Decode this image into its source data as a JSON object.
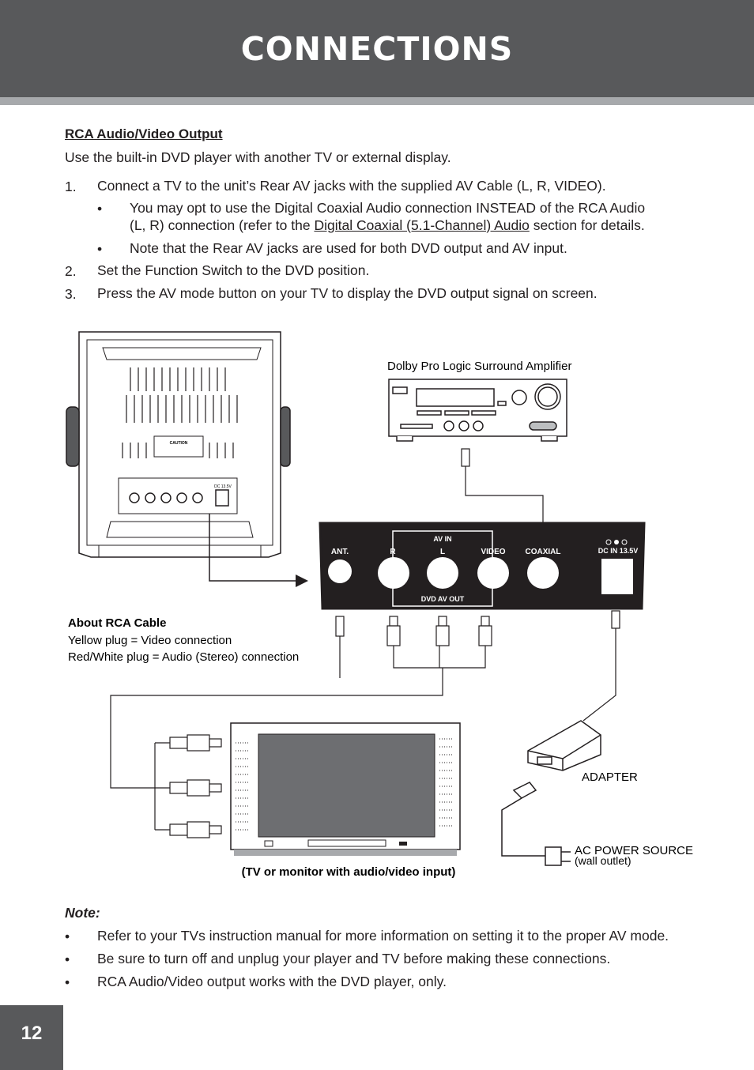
{
  "header": {
    "title": "CONNECTIONS"
  },
  "section": {
    "heading": "RCA Audio/Video Output",
    "intro": "Use the built-in DVD player with another TV or external display.",
    "steps": [
      {
        "num": "1.",
        "text": "Connect a TV to the unit’s Rear AV jacks with the supplied AV Cable (L, R, VIDEO)."
      },
      {
        "num": "2.",
        "text": "Set the Function Switch to the DVD position."
      },
      {
        "num": "3.",
        "text": "Press the AV mode button on your TV to display the DVD output signal on screen."
      }
    ],
    "sub_bullets": [
      {
        "line1": "You may opt to use the Digital Coaxial Audio connection INSTEAD of the RCA Audio",
        "line2_pre": "(L, R) connection (refer to the ",
        "line2_link": "Digital Coaxial (5.1-Channel) Audio",
        "line2_post": " section for details."
      },
      {
        "text": "Note that the Rear AV jacks are used for both DVD output and AV input."
      }
    ],
    "bullet_char": "•"
  },
  "diagram": {
    "amp_label": "Dolby Pro Logic Surround Amplifier",
    "about_title": "About RCA Cable",
    "about_line1": "Yellow plug =  Video connection",
    "about_line2": "Red/White plug = Audio (Stereo) connection",
    "panel": {
      "av_in": "AV IN",
      "dvd_av_out": "DVD AV OUT",
      "ant": "ANT.",
      "r": "R",
      "l": "L",
      "video": "VIDEO",
      "coaxial": "COAXIAL",
      "dc_in": "DC IN 13.5V"
    },
    "adapter_label": "ADAPTER",
    "ac_label": "AC POWER SOURCE",
    "wall_label": "(wall outlet)",
    "tv_caption": "(TV or monitor with audio/video input)",
    "unit_caution": "CAUTION",
    "unit_dc": "DC 13.5V"
  },
  "note": {
    "title": "Note:",
    "items": [
      "Refer to your TVs instruction manual for more information on setting it to the proper AV mode.",
      "Be sure to turn off and unplug your player and TV before making these connections.",
      "RCA Audio/Video output works with the DVD player, only."
    ]
  },
  "footer": {
    "page_number": "12"
  }
}
